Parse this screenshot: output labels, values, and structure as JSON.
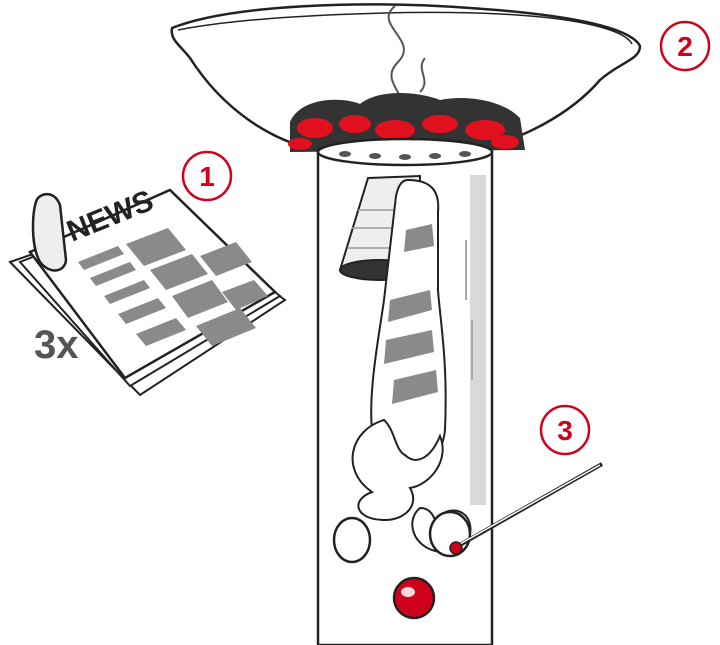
{
  "steps": [
    {
      "number": "1"
    },
    {
      "number": "2"
    },
    {
      "number": "3"
    }
  ],
  "newspaper": {
    "headline": "NEWS",
    "quantity": "3x"
  },
  "colors": {
    "accent": "#d0021b",
    "ember": "#e0101e",
    "coal": "#333333",
    "ink": "#222222",
    "gray": "#8a8a8a",
    "light_gray": "#d9d9d9"
  }
}
